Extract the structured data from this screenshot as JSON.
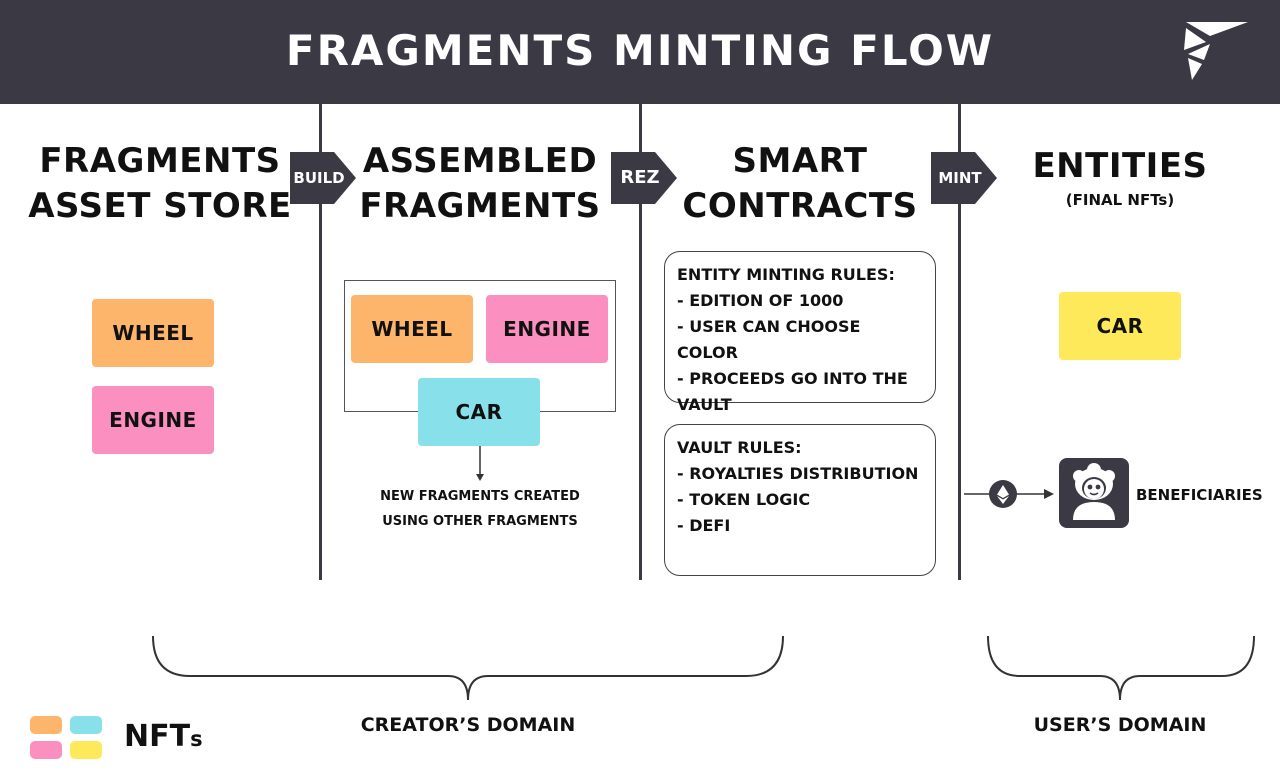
{
  "header": {
    "title": "FRAGMENTS MINTING FLOW",
    "logo_icon": "fragments-logo-icon"
  },
  "columns": {
    "store": {
      "title_line1": "FRAGMENTS",
      "title_line2": "ASSET STORE"
    },
    "assembled": {
      "title_line1": "ASSEMBLED",
      "title_line2": "FRAGMENTS"
    },
    "contracts": {
      "title_line1": "SMART",
      "title_line2": "CONTRACTS"
    },
    "entities": {
      "title": "ENTITIES",
      "subtitle": "(FINAL NFTs)"
    }
  },
  "arrows": {
    "build": "BUILD",
    "rez": "REZ",
    "mint": "MINT"
  },
  "store_tiles": {
    "wheel": "WHEEL",
    "engine": "ENGINE"
  },
  "assembled_tiles": {
    "wheel": "WHEEL",
    "engine": "ENGINE",
    "car": "CAR"
  },
  "assembled_note": {
    "line1": "NEW FRAGMENTS CREATED",
    "line2": "USING OTHER FRAGMENTS"
  },
  "entity_rules": {
    "heading": "ENTITY MINTING RULES:",
    "items": [
      "- EDITION OF 1000",
      "- USER CAN CHOOSE COLOR",
      "- PROCEEDS GO INTO THE",
      "VAULT"
    ]
  },
  "vault_rules": {
    "heading": "VAULT RULES:",
    "items": [
      "- ROYALTIES DISTRIBUTION",
      "- TOKEN LOGIC",
      "- DEFI"
    ]
  },
  "entities": {
    "car": "CAR",
    "beneficiaries": "BENEFICIARIES",
    "eth_icon": "ethereum-icon",
    "user_icon": "user-avatar-icon"
  },
  "domains": {
    "creator": "CREATOR’S DOMAIN",
    "user": "USER’S DOMAIN"
  },
  "legend": {
    "text_main": "NFT",
    "text_small": "s"
  },
  "colors": {
    "header_bg": "#3b3a44",
    "orange": "#fdb56b",
    "pink": "#fb8fbf",
    "cyan": "#88e0ea",
    "yellow": "#fde95a",
    "dark": "#3b3a44"
  }
}
